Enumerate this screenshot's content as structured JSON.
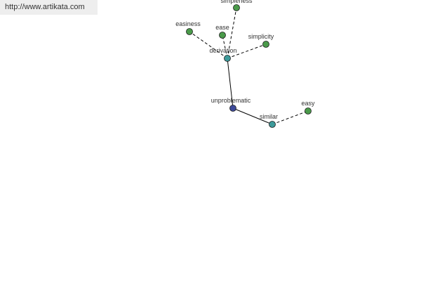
{
  "watermark": {
    "url": "http://www.artikata.com"
  },
  "graph": {
    "nodes": [
      {
        "id": "simpleness",
        "label": "simpleness",
        "kind": "synonym"
      },
      {
        "id": "easiness",
        "label": "easiness",
        "kind": "synonym"
      },
      {
        "id": "ease",
        "label": "ease",
        "kind": "synonym"
      },
      {
        "id": "simplicity",
        "label": "simplicity",
        "kind": "synonym"
      },
      {
        "id": "derivation",
        "label": "derivation",
        "kind": "hub"
      },
      {
        "id": "unproblematic",
        "label": "unproblematic",
        "kind": "root"
      },
      {
        "id": "similar",
        "label": "similar",
        "kind": "hub"
      },
      {
        "id": "easy",
        "label": "easy",
        "kind": "synonym"
      }
    ],
    "edges": [
      {
        "from": "unproblematic",
        "to": "derivation",
        "style": "solid"
      },
      {
        "from": "unproblematic",
        "to": "similar",
        "style": "solid"
      },
      {
        "from": "derivation",
        "to": "simpleness",
        "style": "dashed"
      },
      {
        "from": "derivation",
        "to": "easiness",
        "style": "dashed"
      },
      {
        "from": "derivation",
        "to": "ease",
        "style": "dashed"
      },
      {
        "from": "derivation",
        "to": "simplicity",
        "style": "dashed"
      },
      {
        "from": "similar",
        "to": "easy",
        "style": "dashed"
      }
    ],
    "colors": {
      "synonym": "#4a9a4a",
      "hub": "#3d9a9a",
      "root": "#3d4a9a",
      "stroke": "#1a1a1a",
      "edge": "#000000"
    }
  }
}
